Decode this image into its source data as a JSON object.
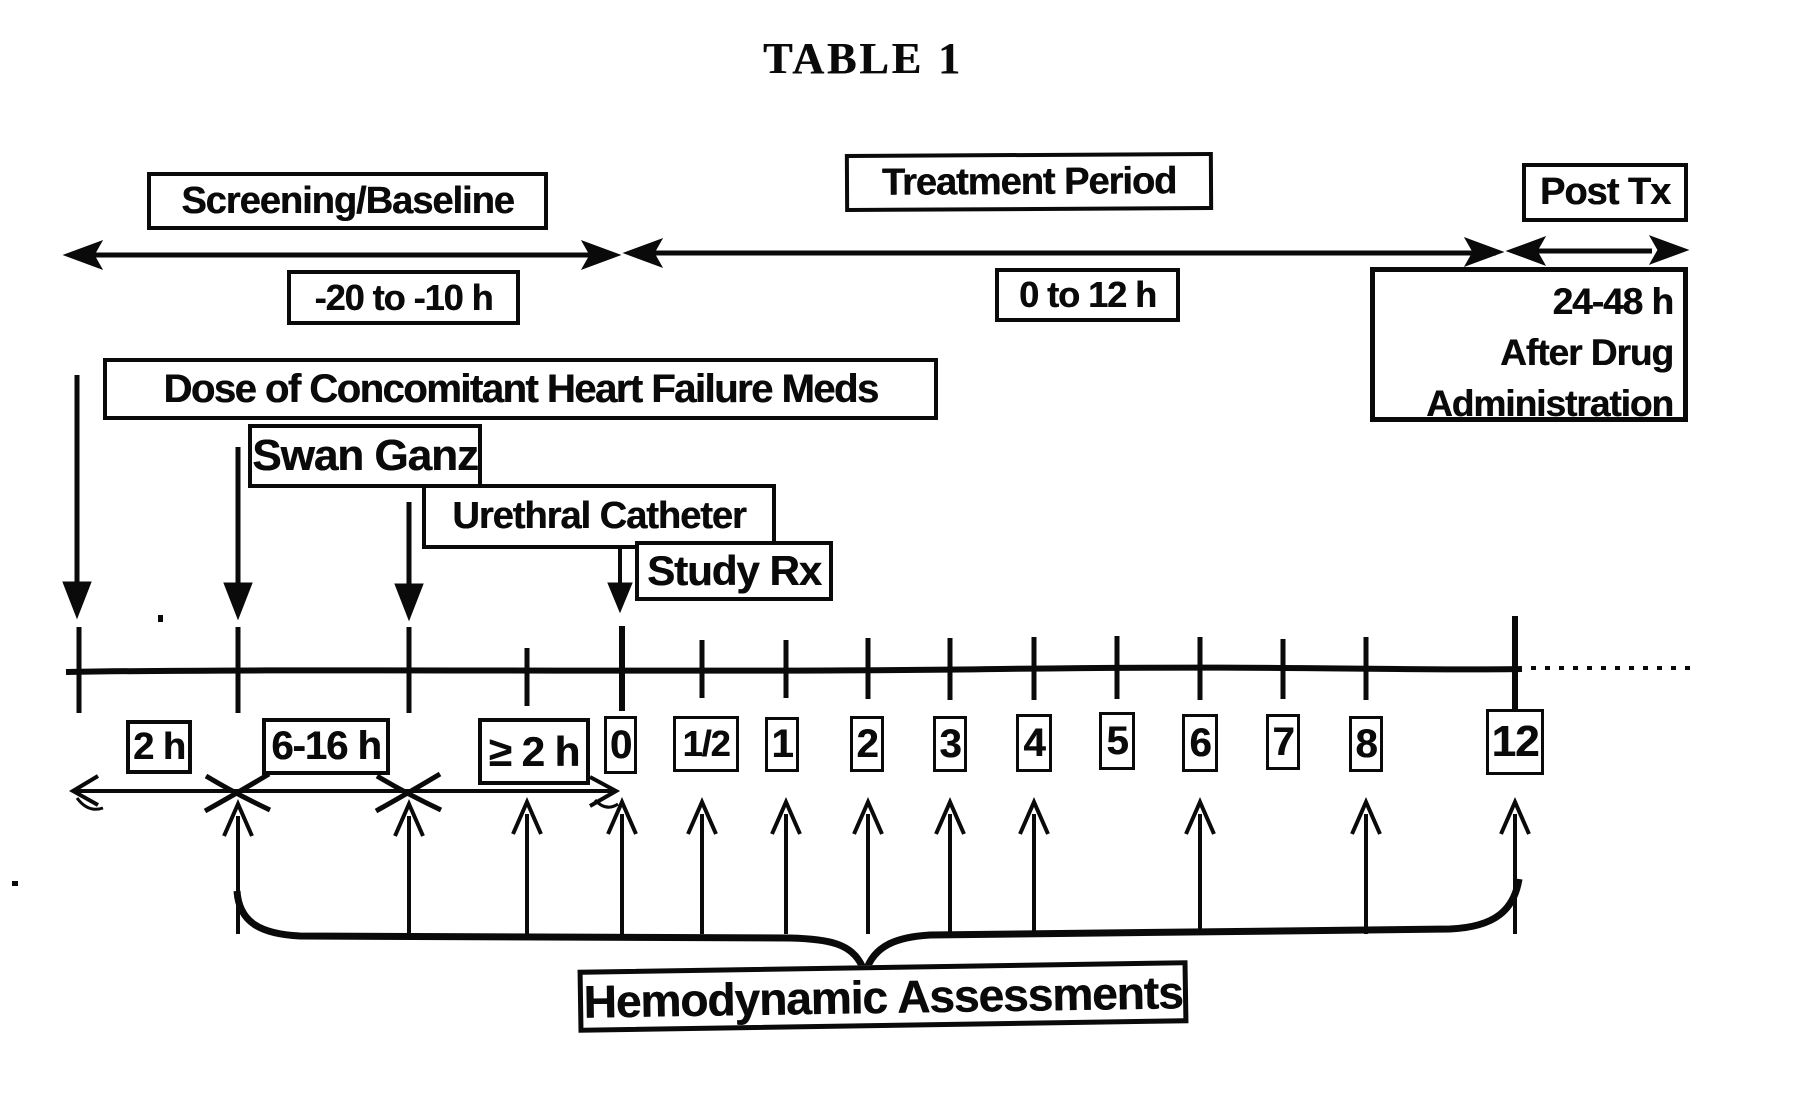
{
  "title": "TABLE 1",
  "phases": {
    "screening": {
      "label": "Screening/Baseline",
      "range": "-20 to -10 h"
    },
    "treatment": {
      "label": "Treatment Period",
      "range": "0 to 12 h"
    },
    "post_tx": {
      "label": "Post Tx",
      "range_lines": [
        "24-48 h",
        "After Drug",
        "Administration"
      ]
    }
  },
  "events": {
    "concomitant_meds": "Dose of Concomitant Heart Failure Meds",
    "swan_ganz": "Swan Ganz",
    "urethral_catheter": "Urethral Catheter",
    "study_rx": "Study Rx"
  },
  "intervals": {
    "screening_window": "2 h",
    "baseline_window": "6-16 h",
    "pre_dose_window": "≥ 2 h"
  },
  "timepoints": [
    "0",
    "1/2",
    "1",
    "2",
    "3",
    "4",
    "5",
    "6",
    "7",
    "8",
    "12"
  ],
  "footer": {
    "assessments_label": "Hemodynamic Assessments"
  }
}
